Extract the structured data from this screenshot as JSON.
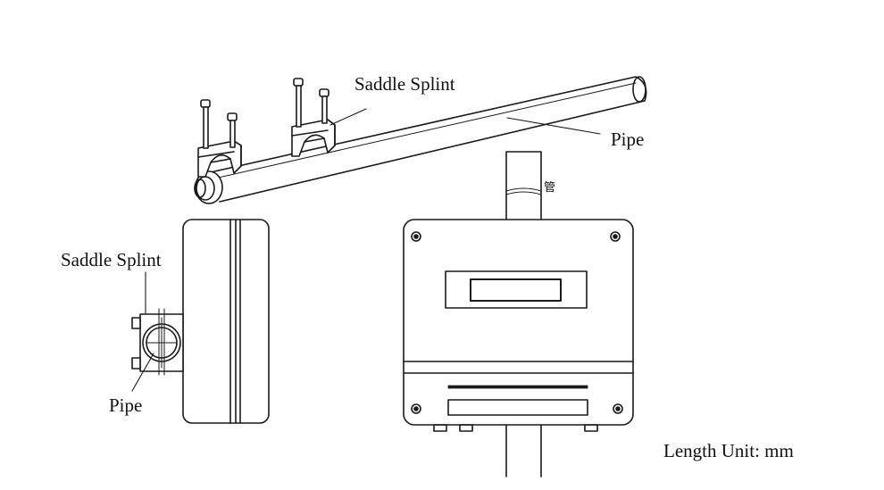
{
  "labels": {
    "saddle_splint_top": "Saddle Splint",
    "pipe_top": "Pipe",
    "pipe_glyph": "管",
    "saddle_splint_side": "Saddle Splint",
    "pipe_side": "Pipe",
    "length_unit": "Length Unit: mm"
  },
  "colors": {
    "line": "#1a1a1a",
    "background": "#ffffff"
  }
}
